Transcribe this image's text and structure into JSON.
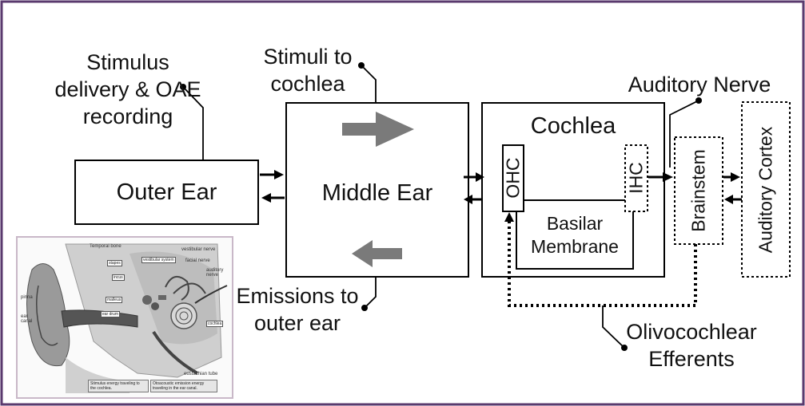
{
  "colors": {
    "frame": "#5a3a6e",
    "stroke": "#000000",
    "arrow_gray": "#7a7a7a",
    "inset_border": "#c9b8c8"
  },
  "labels": {
    "stimulus_delivery": "Stimulus\ndelivery & OAE\nrecording",
    "stimuli_to_cochlea": "Stimuli to\ncochlea",
    "emissions_to_outer_ear": "Emissions to\nouter ear",
    "auditory_nerve": "Auditory Nerve",
    "olivocochlear_efferents": "Olivocochlear\nEfferents"
  },
  "boxes": {
    "outer_ear": "Outer Ear",
    "middle_ear": "Middle Ear",
    "cochlea": "Cochlea",
    "ohc": "OHC",
    "ihc": "IHC",
    "basilar_membrane": "Basilar\nMembrane",
    "brainstem": "Brainstem",
    "auditory_cortex": "Auditory Cortex"
  },
  "inset": {
    "temporal_bone": "Temporal bone",
    "stapes": "stapes",
    "incus": "incus",
    "vestibular_system": "vestibular system",
    "vestibular_nerve": "vestibular nerve",
    "facial_nerve": "facial nerve",
    "auditory_nerve": "auditory\nnerve",
    "pinna": "pinna",
    "ear_canal": "ear\ncanal",
    "malleus": "malleus",
    "ear_drum": "ear drum",
    "cochlea": "cochlea",
    "eustachian_tube": "eustachian tube",
    "caption_left": "Stimulus energy traveling to the cochlea.",
    "caption_right": "Otoacoustic emission energy traveling in the ear canal."
  }
}
